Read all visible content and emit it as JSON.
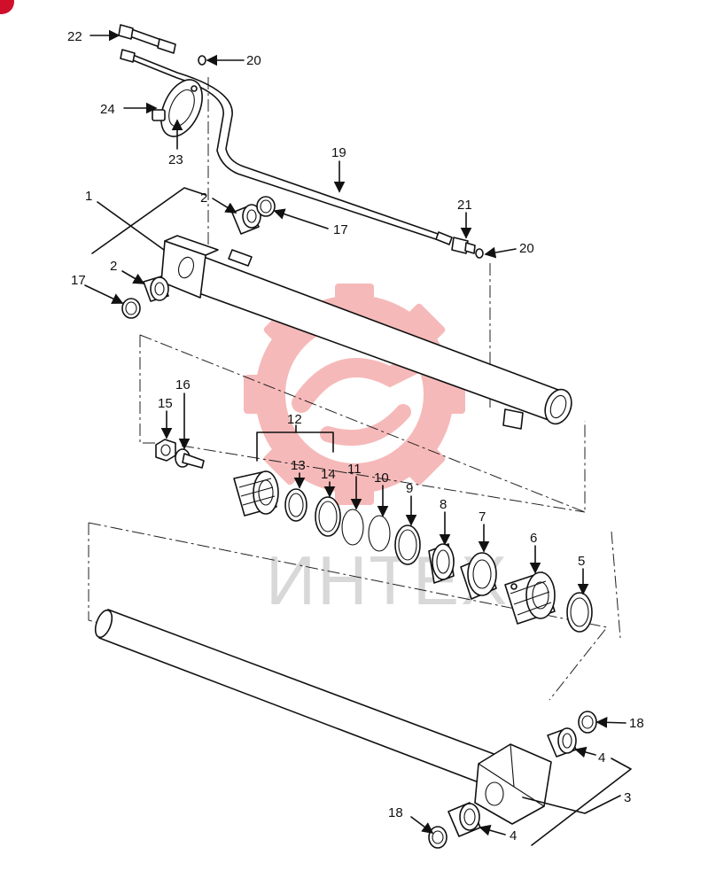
{
  "watermark": {
    "text": "ИНТЕХ",
    "color": "#f08080"
  },
  "labels": {
    "p1": "1",
    "p2a": "2",
    "p2b": "2",
    "p3": "3",
    "p4a": "4",
    "p4b": "4",
    "p5": "5",
    "p6": "6",
    "p7": "7",
    "p8": "8",
    "p9": "9",
    "p10": "10",
    "p11": "11",
    "p12": "12",
    "p13": "13",
    "p14": "14",
    "p15": "15",
    "p16": "16",
    "p17a": "17",
    "p17b": "17",
    "p18a": "18",
    "p18b": "18",
    "p19": "19",
    "p20a": "20",
    "p20b": "20",
    "p21": "21",
    "p22": "22",
    "p23": "23",
    "p24": "24"
  }
}
